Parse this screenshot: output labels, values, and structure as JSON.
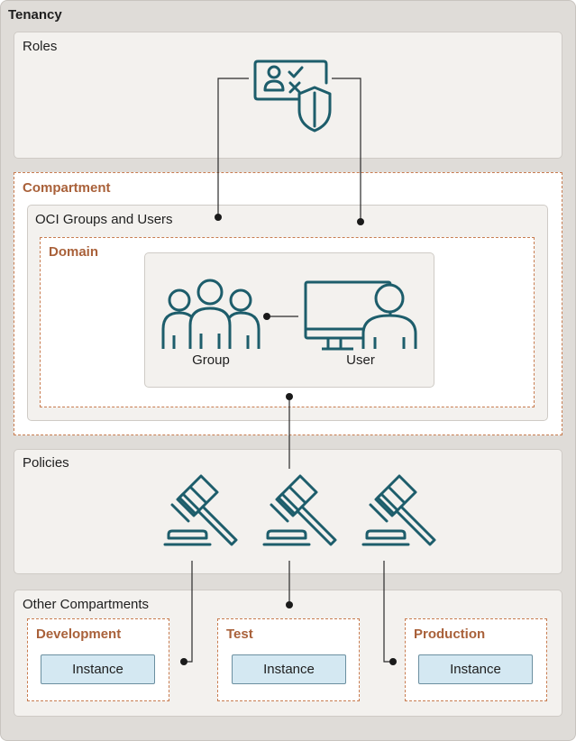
{
  "tenancy": {
    "title": "Tenancy"
  },
  "roles": {
    "title": "Roles",
    "icon": "role-permissions-shield-icon"
  },
  "compartment": {
    "title": "Compartment",
    "groups_users": {
      "title": "OCI Groups and Users",
      "domain": {
        "title": "Domain",
        "group_label": "Group",
        "user_label": "User"
      }
    }
  },
  "policies": {
    "title": "Policies",
    "icon": "gavel-icon"
  },
  "other_compartments": {
    "title": "Other Compartments",
    "items": [
      {
        "title": "Development",
        "instance_label": "Instance"
      },
      {
        "title": "Test",
        "instance_label": "Instance"
      },
      {
        "title": "Production",
        "instance_label": "Instance"
      }
    ]
  },
  "colors": {
    "accent_orange": "#a9613a",
    "icon_teal": "#1d5d6b",
    "instance_fill": "#d4e8f2"
  }
}
